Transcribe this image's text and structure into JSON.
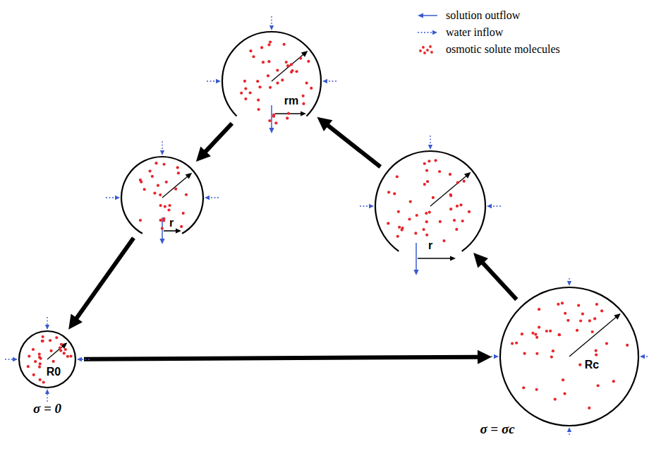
{
  "diagram": {
    "nodes": [
      {
        "text": [
          "rm"
        ]
      },
      {
        "text": [
          "r"
        ]
      },
      {
        "text": [
          "r"
        ]
      },
      {
        "text": [
          "R0",
          "σ = 0"
        ]
      },
      {
        "text": [
          "Rc",
          "σ = σc"
        ]
      }
    ],
    "edges": [
      {
        "from": 3,
        "to": 4,
        "arrow": "to"
      },
      {
        "from": 4,
        "to": 2,
        "arrow": "to"
      },
      {
        "from": 2,
        "to": 0,
        "arrow": "to"
      },
      {
        "from": 0,
        "to": 1,
        "arrow": "to"
      },
      {
        "from": 1,
        "to": 3,
        "arrow": "to"
      }
    ],
    "legend": [
      {
        "text": "solution outflow"
      },
      {
        "text": "water inflow"
      },
      {
        "text": "osmotic solute molecules"
      }
    ]
  }
}
